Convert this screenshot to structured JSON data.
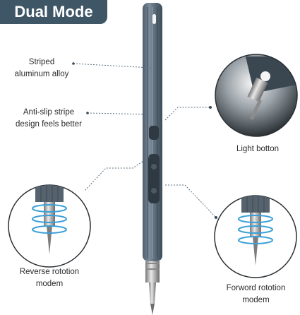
{
  "badge": {
    "text": "Dual Mode"
  },
  "labels": {
    "striped_line1": "Striped",
    "striped_line2": "aluminum alloy",
    "antislip_line1": "Anti-slip stripe",
    "antislip_line2": "design feels better",
    "light": "Light botton",
    "reverse_line1": "Reverse rototion",
    "reverse_line2": "modem",
    "forward_line1": "Forword rototion",
    "forward_line2": "modem"
  },
  "colors": {
    "badge_bg": "#3f5666",
    "pen_body": "#5b6b7a",
    "spiral": "#3aa0d8",
    "dot_line": "#5c6f7d"
  },
  "icons": [
    "screwdriver-pen",
    "rotation-spiral-icon",
    "light-glow-icon"
  ]
}
